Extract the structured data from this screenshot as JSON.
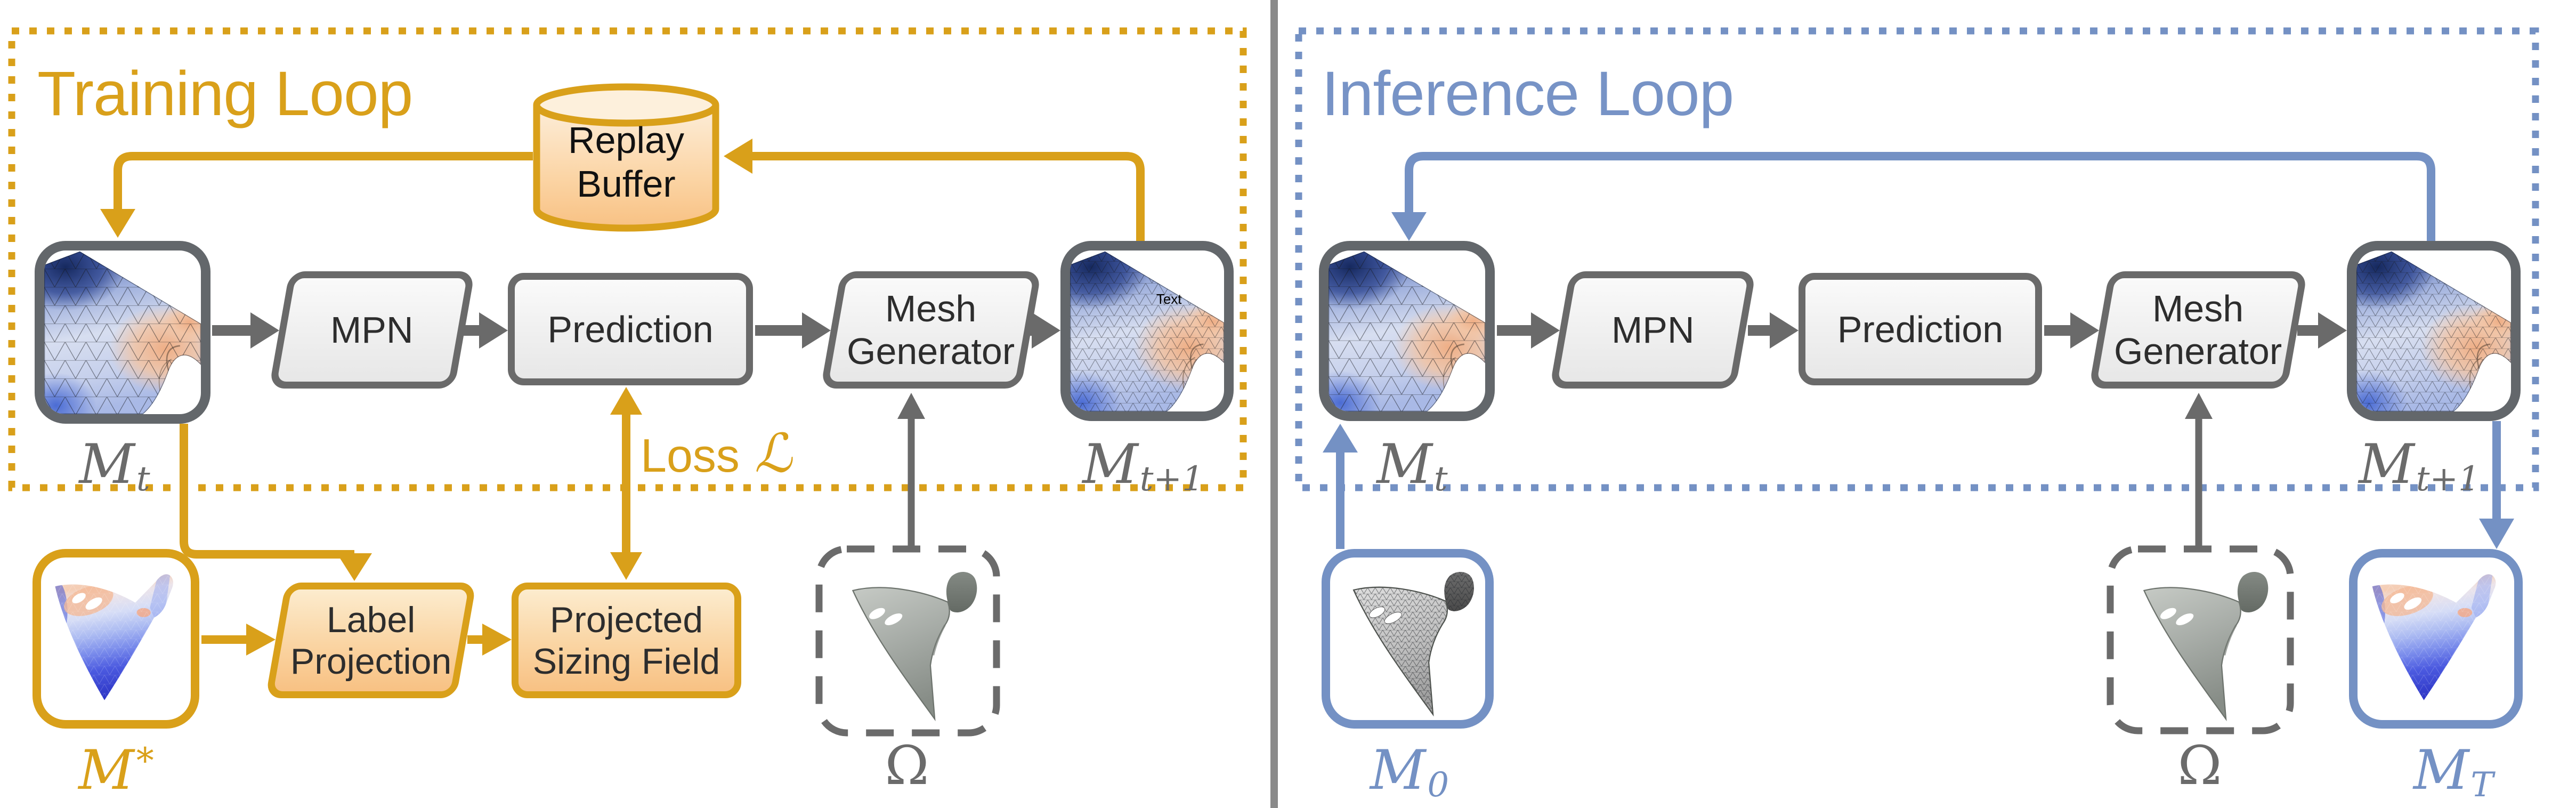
{
  "colors": {
    "gold_accent": "#D9A01A",
    "gold_fill_light": "#fcecce",
    "gold_fill_dark": "#f8c183",
    "blue_accent": "#7491C4",
    "blue_title": "#7793C6",
    "gray_box_border": "#6a6a6a",
    "gray_mesh_border": "#63676b",
    "gray_label": "#6b6b6b",
    "divider_gray": "#8a8a8a",
    "box_fill": "#efefef"
  },
  "training": {
    "title": "Training Loop",
    "replay_buffer": {
      "line1": "Replay",
      "line2": "Buffer"
    },
    "mpn_label": "MPN",
    "prediction_label": "Prediction",
    "mesh_generator": {
      "line1": "Mesh",
      "line2": "Generator"
    },
    "label_projection": {
      "line1": "Label",
      "line2": "Projection"
    },
    "projected_sizing_field": {
      "line1": "Projected",
      "line2": "Sizing Field"
    },
    "loss": {
      "word": "Loss",
      "symbol": "ℒ"
    },
    "mesh_current": {
      "base": "M",
      "sub": "t"
    },
    "mesh_next": {
      "base": "M",
      "sub": "t+1"
    },
    "mesh_next_artifact": "Text",
    "expert_mesh": {
      "base": "M",
      "sup": "*"
    },
    "domain": {
      "symbol": "Ω"
    }
  },
  "inference": {
    "title": "Inference Loop",
    "mpn_label": "MPN",
    "prediction_label": "Prediction",
    "mesh_generator": {
      "line1": "Mesh",
      "line2": "Generator"
    },
    "mesh_current": {
      "base": "M",
      "sub": "t"
    },
    "mesh_next": {
      "base": "M",
      "sub": "t+1"
    },
    "initial_mesh": {
      "base": "M",
      "sub": "0"
    },
    "domain": {
      "symbol": "Ω"
    },
    "final_mesh": {
      "base": "M",
      "sub": "T"
    }
  }
}
